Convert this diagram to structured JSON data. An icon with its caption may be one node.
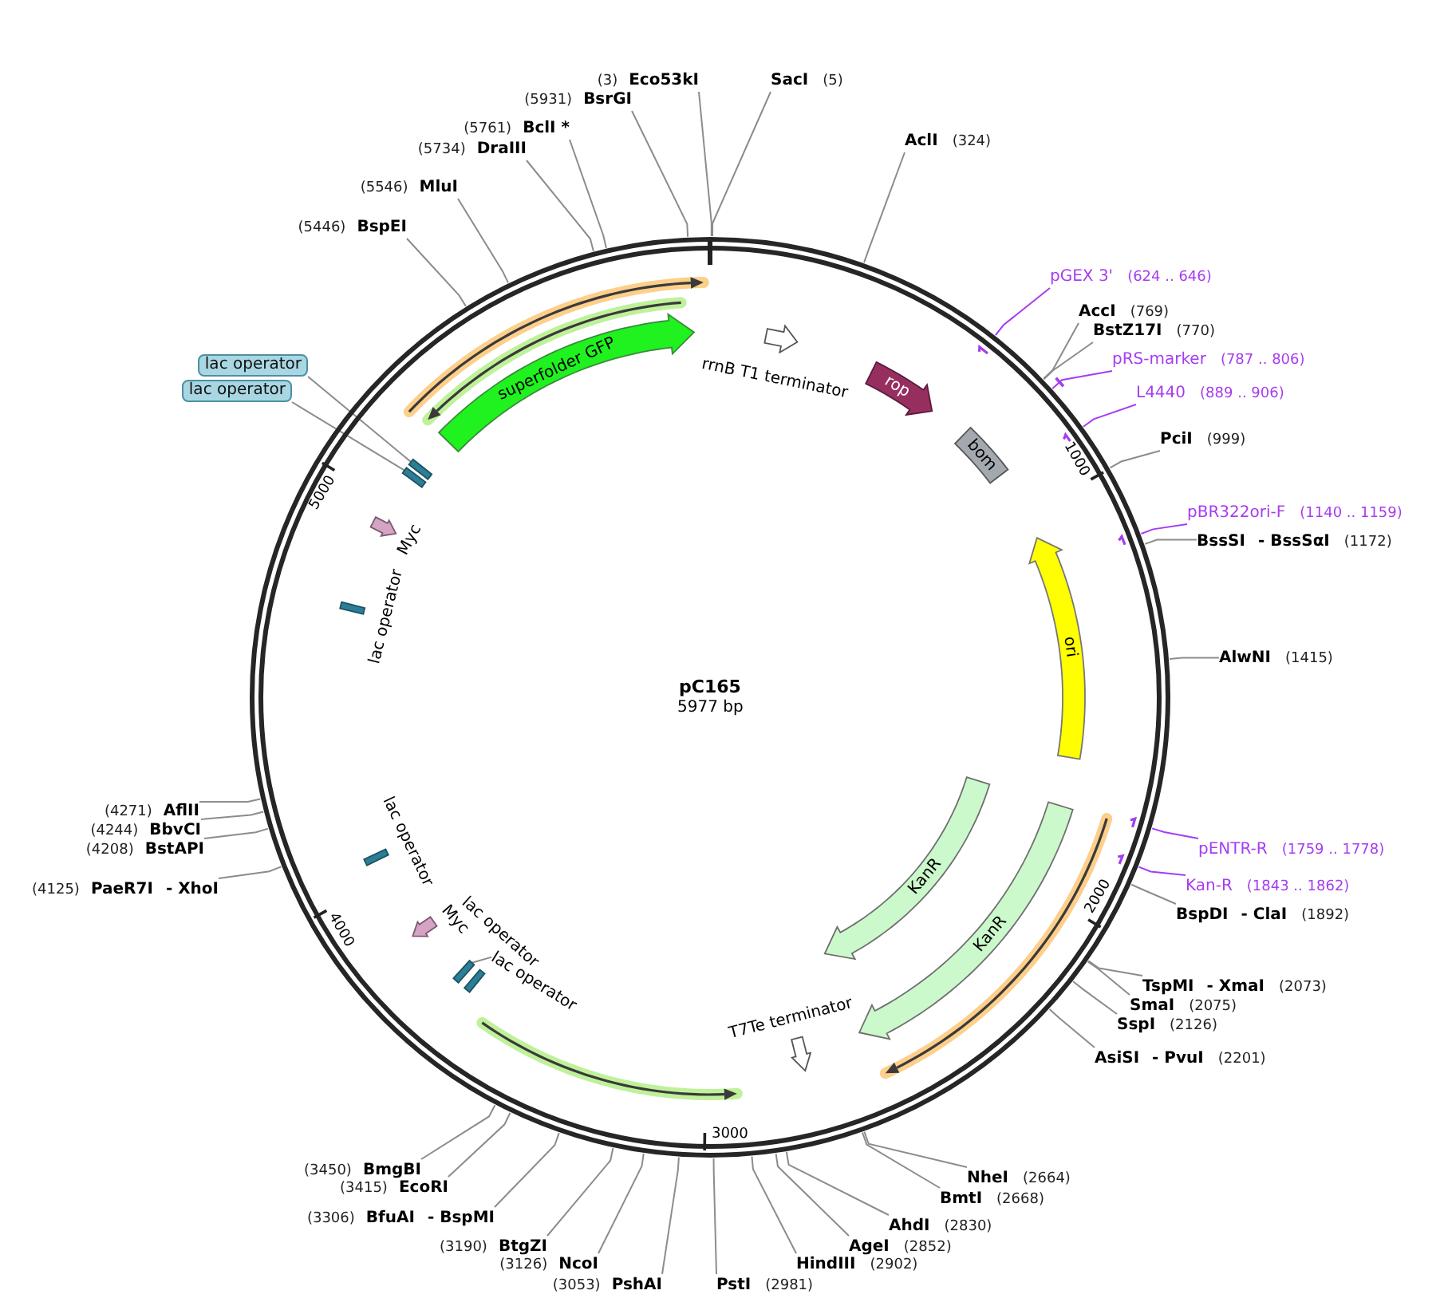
{
  "diagram": {
    "nodes": [
      {
        "text": [
          "pC165",
          "5977 bp"
        ]
      },
      {
        "text": [
          "superfolder GFP"
        ],
        "in": 0
      },
      {
        "text": [
          "rrnB T1 terminator"
        ],
        "in": 0
      },
      {
        "text": [
          "rop"
        ],
        "in": 0
      },
      {
        "text": [
          "bom"
        ],
        "in": 0
      },
      {
        "text": [
          "ori"
        ],
        "in": 0
      },
      {
        "text": [
          "KanR"
        ],
        "in": 0
      },
      {
        "text": [
          "KanR"
        ],
        "in": 0
      },
      {
        "text": [
          "T7Te terminator"
        ],
        "in": 0
      },
      {
        "text": [],
        "shape": "bar",
        "in": 0
      },
      {
        "text": [],
        "shape": "bar",
        "in": 0
      },
      {
        "text": [
          "Myc"
        ],
        "in": 0
      },
      {
        "text": [
          "lac operator"
        ],
        "in": 0
      },
      {
        "text": [
          "lac operator"
        ],
        "in": 0
      },
      {
        "text": [
          "Myc"
        ],
        "in": 0
      },
      {
        "text": [],
        "shape": "bar",
        "in": 0
      },
      {
        "text": [
          "lac operator"
        ],
        "in": 0
      },
      {
        "text": [
          "lac operator"
        ],
        "in": 0
      },
      {
        "text": [
          "lac operator"
        ]
      },
      {
        "text": [
          "lac operator"
        ]
      },
      {
        "text": [
          "(3)",
          "Eco53kI"
        ]
      },
      {
        "text": [
          "SacI",
          "(5)"
        ]
      },
      {
        "text": [
          "AclI",
          "(324)"
        ]
      },
      {
        "text": [
          "pGEX 3'",
          "(624 .. 646)"
        ]
      },
      {
        "text": [
          "AccI",
          "(769)"
        ]
      },
      {
        "text": [
          "BstZ17I",
          "(770)"
        ]
      },
      {
        "text": [
          "pRS-marker",
          "(787 .. 806)"
        ]
      },
      {
        "text": [
          "L4440",
          "(889 .. 906)"
        ]
      },
      {
        "text": [
          "PciI",
          "(999)"
        ]
      },
      {
        "text": [
          "pBR322ori-F",
          "(1140 .. 1159)"
        ]
      },
      {
        "text": [
          "BssSI",
          "- BssSαI",
          "(1172)"
        ]
      },
      {
        "text": [
          "AlwNI",
          "(1415)"
        ]
      },
      {
        "text": [
          "pENTR-R",
          "(1759 .. 1778)"
        ]
      },
      {
        "text": [
          "Kan-R",
          "(1843 .. 1862)"
        ]
      },
      {
        "text": [
          "BspDI",
          "- ClaI",
          "(1892)"
        ]
      },
      {
        "text": [
          "TspMI",
          "- XmaI",
          "(2073)"
        ]
      },
      {
        "text": [
          "SmaI",
          "(2075)"
        ]
      },
      {
        "text": [
          "SspI",
          "(2126)"
        ]
      },
      {
        "text": [
          "AsiSI",
          "- PvuI",
          "(2201)"
        ]
      },
      {
        "text": [
          "NheI",
          "(2664)"
        ]
      },
      {
        "text": [
          "BmtI",
          "(2668)"
        ]
      },
      {
        "text": [
          "AhdI",
          "(2830)"
        ]
      },
      {
        "text": [
          "AgeI",
          "(2852)"
        ]
      },
      {
        "text": [
          "HindIII",
          "(2902)"
        ]
      },
      {
        "text": [
          "PstI",
          "(2981)"
        ]
      },
      {
        "text": [
          "(3053)",
          "PshAI"
        ]
      },
      {
        "text": [
          "(3126)",
          "NcoI"
        ]
      },
      {
        "text": [
          "(3190)",
          "BtgZI"
        ]
      },
      {
        "text": [
          "(3306)",
          "BfuAI",
          "- BspMI"
        ]
      },
      {
        "text": [
          "(3415)",
          "EcoRI"
        ]
      },
      {
        "text": [
          "(3450)",
          "BmgBI"
        ]
      },
      {
        "text": [
          "(4125)",
          "PaeR7I",
          "- XhoI"
        ]
      },
      {
        "text": [
          "(4208)",
          "BstAPI"
        ]
      },
      {
        "text": [
          "(4244)",
          "BbvCI"
        ]
      },
      {
        "text": [
          "(4271)",
          "AflII"
        ]
      },
      {
        "text": [
          "(5446)",
          "BspEI"
        ]
      },
      {
        "text": [
          "(5546)",
          "MluI"
        ]
      },
      {
        "text": [
          "(5734)",
          "DraIII"
        ]
      },
      {
        "text": [
          "(5761)",
          "BclI *"
        ]
      },
      {
        "text": [
          "(5931)",
          "BsrGI"
        ]
      }
    ],
    "edges": [
      {
        "from": 17,
        "to": 15,
        "arrow": "none"
      },
      {
        "from": 18,
        "to": 9,
        "arrow": "none"
      },
      {
        "from": 19,
        "to": 10,
        "arrow": "none"
      },
      {
        "from": 20,
        "to": 0,
        "arrow": "none"
      },
      {
        "from": 21,
        "to": 0,
        "arrow": "none"
      },
      {
        "from": 22,
        "to": 0,
        "arrow": "none"
      },
      {
        "from": 23,
        "to": 0,
        "arrow": "none",
        "color": "#a63df0"
      },
      {
        "from": 24,
        "to": 0,
        "arrow": "none"
      },
      {
        "from": 25,
        "to": 0,
        "arrow": "none"
      },
      {
        "from": 26,
        "to": 0,
        "arrow": "other",
        "color": "#a63df0"
      },
      {
        "from": 27,
        "to": 0,
        "arrow": "none",
        "color": "#a63df0"
      },
      {
        "from": 28,
        "to": 0,
        "arrow": "none"
      },
      {
        "from": 29,
        "to": 0,
        "arrow": "none",
        "color": "#a63df0"
      },
      {
        "from": 30,
        "to": 0,
        "arrow": "none"
      },
      {
        "from": 31,
        "to": 0,
        "arrow": "none"
      },
      {
        "from": 32,
        "to": 0,
        "arrow": "none",
        "color": "#a63df0"
      },
      {
        "from": 33,
        "to": 0,
        "arrow": "none",
        "color": "#a63df0"
      },
      {
        "from": 34,
        "to": 0,
        "arrow": "none"
      },
      {
        "from": 35,
        "to": 0,
        "arrow": "none"
      },
      {
        "from": 36,
        "to": 0,
        "arrow": "none"
      },
      {
        "from": 37,
        "to": 0,
        "arrow": "none"
      },
      {
        "from": 38,
        "to": 0,
        "arrow": "none"
      },
      {
        "from": 39,
        "to": 0,
        "arrow": "none"
      },
      {
        "from": 40,
        "to": 0,
        "arrow": "none"
      },
      {
        "from": 41,
        "to": 0,
        "arrow": "none"
      },
      {
        "from": 42,
        "to": 0,
        "arrow": "none"
      },
      {
        "from": 43,
        "to": 0,
        "arrow": "none"
      },
      {
        "from": 44,
        "to": 0,
        "arrow": "none"
      },
      {
        "from": 45,
        "to": 0,
        "arrow": "none"
      },
      {
        "from": 46,
        "to": 0,
        "arrow": "none"
      },
      {
        "from": 47,
        "to": 0,
        "arrow": "none"
      },
      {
        "from": 48,
        "to": 0,
        "arrow": "none"
      },
      {
        "from": 49,
        "to": 0,
        "arrow": "none"
      },
      {
        "from": 50,
        "to": 0,
        "arrow": "none"
      },
      {
        "from": 51,
        "to": 0,
        "arrow": "none"
      },
      {
        "from": 52,
        "to": 0,
        "arrow": "none"
      },
      {
        "from": 53,
        "to": 0,
        "arrow": "none"
      },
      {
        "from": 54,
        "to": 0,
        "arrow": "none"
      },
      {
        "from": 55,
        "to": 0,
        "arrow": "none"
      },
      {
        "from": 56,
        "to": 0,
        "arrow": "none"
      },
      {
        "from": 57,
        "to": 0,
        "arrow": "none"
      },
      {
        "from": 58,
        "to": 0,
        "arrow": "none"
      },
      {
        "from": 59,
        "to": 0,
        "arrow": "none"
      }
    ],
    "labels": [
      "1000",
      "2000",
      "3000",
      "4000",
      "5000"
    ]
  }
}
